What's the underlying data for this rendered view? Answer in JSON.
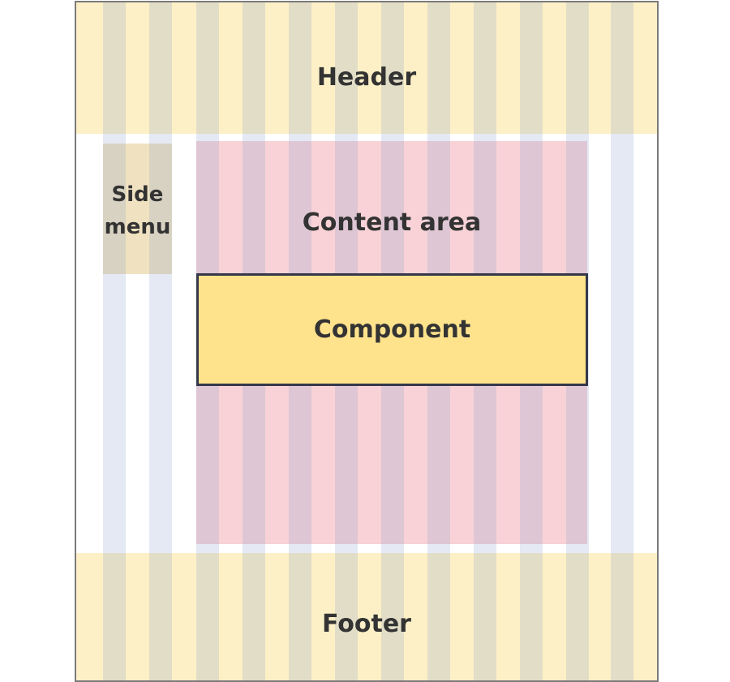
{
  "diagram": {
    "header_label": "Header",
    "side_menu_label": "Side menu",
    "content_area_label": "Content area",
    "component_label": "Component",
    "footer_label": "Footer"
  },
  "colors": {
    "header_footer": "#fdf0c6",
    "content_area": "#f8d2d6",
    "side_menu": "#f0e2c0",
    "component": "#ffe38c",
    "component_border": "#34384a",
    "grid_column": "#849ccd",
    "text": "#333333",
    "frame": "#7a7a7a"
  },
  "grid": {
    "column_count": 12
  }
}
